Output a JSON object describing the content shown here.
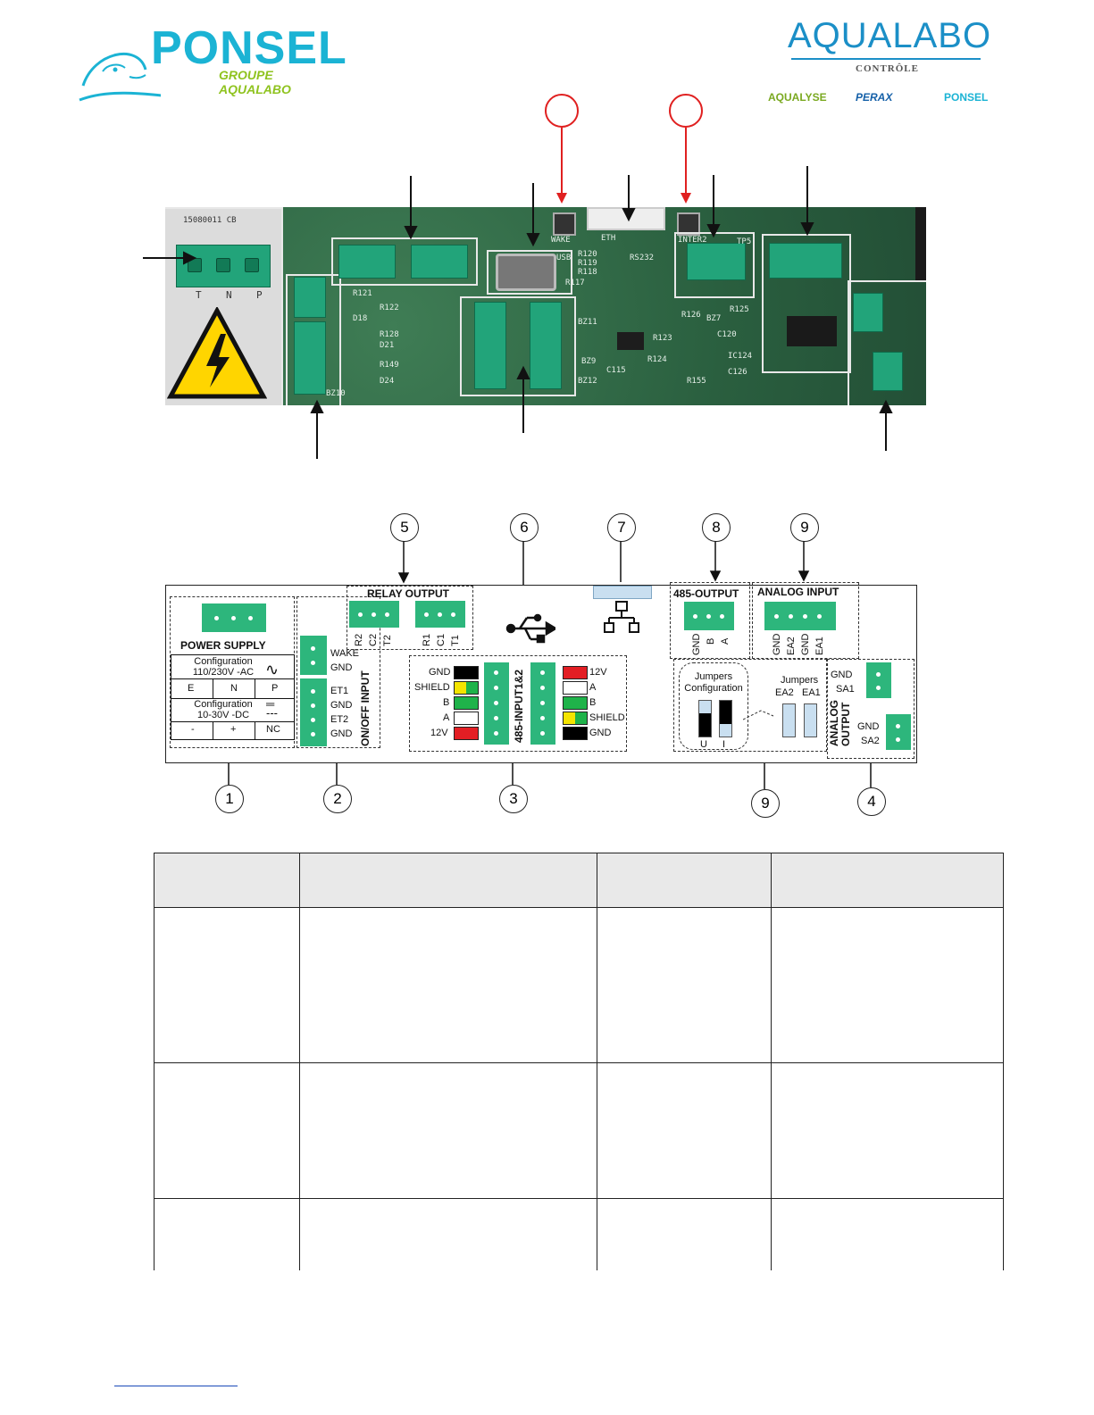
{
  "header": {
    "ponsel_logo": "PONSEL",
    "ponsel_subtitle": "GROUPE AQUALABO",
    "aqualabo_logo": "AQUALABO",
    "aqualabo_subtitle": "CONTRÔLE",
    "brands": [
      "AQUALYSE",
      "PERAX",
      "PONSEL"
    ]
  },
  "photo": {
    "labels": {
      "label_top": "15080011 CB",
      "t": "T",
      "n": "N",
      "p": "P",
      "eth": "ETH",
      "rs232": "RS232",
      "usb": "USB",
      "wake": "WAKE",
      "r120": "R120",
      "r119": "R119",
      "r118": "R118",
      "r117": "R117",
      "r121": "R121",
      "r122": "R122",
      "r128": "R128",
      "r149": "R149",
      "d18": "D18",
      "d21": "D21",
      "d24": "D24",
      "bz10": "BZ10",
      "bz11": "BZ11",
      "bz12": "BZ12",
      "bz9": "BZ9",
      "r123": "R123",
      "r124": "R124",
      "c115": "C115",
      "r126": "R126",
      "r125": "R125",
      "bz7": "BZ7",
      "ic120": "C120",
      "ic124": "IC124",
      "c126": "C126",
      "r155": "R155",
      "inter2": "INTER2",
      "tp5": "TP5"
    }
  },
  "diagram": {
    "callouts": [
      "1",
      "2",
      "3",
      "4",
      "5",
      "6",
      "7",
      "8",
      "9",
      "9"
    ],
    "power_supply": {
      "title": "POWER SUPPLY",
      "config_ac": "Configuration\n110/230V -AC",
      "ac_cols": [
        "E",
        "N",
        "P"
      ],
      "config_dc": "Configuration\n10-30V -DC",
      "dc_cols": [
        "-",
        "+",
        "NC"
      ]
    },
    "onoff": {
      "title": "ON/OFF INPUT",
      "pins": [
        "WAKE",
        "GND",
        "ET1",
        "GND",
        "ET2",
        "GND"
      ]
    },
    "relay": {
      "title": "RELAY OUTPUT",
      "pins": [
        "R2",
        "C2",
        "T2",
        "R1",
        "C1",
        "T1"
      ]
    },
    "rs485_in": {
      "title": "485-INPUT1&2",
      "left": [
        "GND",
        "SHIELD",
        "B",
        "A",
        "12V"
      ],
      "right": [
        "12V",
        "A",
        "B",
        "SHIELD",
        "GND"
      ]
    },
    "rs485_out": {
      "title": "485-OUTPUT",
      "pins": [
        "GND",
        "B",
        "A"
      ]
    },
    "analog_in": {
      "title": "ANALOG INPUT",
      "pins": [
        "GND",
        "EA2",
        "GND",
        "EA1"
      ]
    },
    "jumpers": {
      "config_title": "Jumpers\nConfiguration",
      "u": "U",
      "i": "I",
      "jumpers_title": "Jumpers",
      "ea2": "EA2",
      "ea1": "EA1"
    },
    "analog_out": {
      "title": "ANALOG OUTPUT",
      "pins": [
        "GND",
        "SA1",
        "GND",
        "SA2"
      ]
    },
    "colors": {
      "terminal_green": "#2db67c",
      "wire_black": "#000000",
      "wire_yellow_green": "#f4e400",
      "wire_green": "#1fb34a",
      "wire_white": "#ffffff",
      "wire_red": "#e31e24",
      "callout_red": "#e02020"
    }
  },
  "table": {
    "header": [
      "",
      "",
      "",
      ""
    ],
    "rows": [
      [
        "",
        "",
        "",
        ""
      ],
      [
        "",
        "",
        "",
        ""
      ],
      [
        "",
        "",
        "",
        ""
      ]
    ]
  }
}
